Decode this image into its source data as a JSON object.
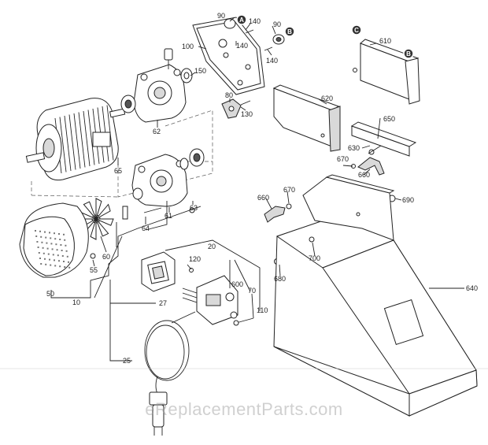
{
  "watermark": "eReplacementParts.com",
  "markers": [
    {
      "id": "m-a-left",
      "text": "A"
    },
    {
      "id": "m-b-left",
      "text": "B"
    },
    {
      "id": "m-c-right",
      "text": "C"
    },
    {
      "id": "m-b-right",
      "text": "B"
    }
  ],
  "callouts": [
    {
      "id": "c90a",
      "text": "90"
    },
    {
      "id": "c140a",
      "text": "140"
    },
    {
      "id": "c90b",
      "text": "90"
    },
    {
      "id": "c100",
      "text": "100"
    },
    {
      "id": "c140b",
      "text": "140"
    },
    {
      "id": "c140c",
      "text": "140"
    },
    {
      "id": "c150",
      "text": "150"
    },
    {
      "id": "c80",
      "text": "80"
    },
    {
      "id": "c130",
      "text": "130"
    },
    {
      "id": "c62",
      "text": "62"
    },
    {
      "id": "c65",
      "text": "65"
    },
    {
      "id": "c63",
      "text": "63"
    },
    {
      "id": "c61",
      "text": "61"
    },
    {
      "id": "c64",
      "text": "64"
    },
    {
      "id": "c60",
      "text": "60"
    },
    {
      "id": "c55",
      "text": "55"
    },
    {
      "id": "c50",
      "text": "50"
    },
    {
      "id": "c10",
      "text": "10"
    },
    {
      "id": "c20",
      "text": "20"
    },
    {
      "id": "c120",
      "text": "120"
    },
    {
      "id": "c600",
      "text": "600"
    },
    {
      "id": "c70",
      "text": "70"
    },
    {
      "id": "c110",
      "text": "110"
    },
    {
      "id": "c27",
      "text": "27"
    },
    {
      "id": "c25",
      "text": "25"
    },
    {
      "id": "c610",
      "text": "610"
    },
    {
      "id": "c620",
      "text": "620"
    },
    {
      "id": "c650",
      "text": "650"
    },
    {
      "id": "c630",
      "text": "630"
    },
    {
      "id": "c670a",
      "text": "670"
    },
    {
      "id": "c660a",
      "text": "660"
    },
    {
      "id": "c660b",
      "text": "660"
    },
    {
      "id": "c670b",
      "text": "670"
    },
    {
      "id": "c690",
      "text": "690"
    },
    {
      "id": "c700",
      "text": "700"
    },
    {
      "id": "c680",
      "text": "680"
    },
    {
      "id": "c640",
      "text": "640"
    }
  ]
}
